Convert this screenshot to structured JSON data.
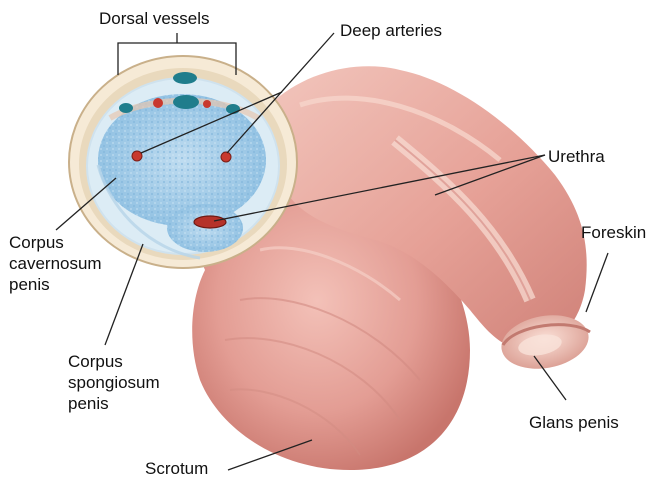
{
  "labels": {
    "dorsal_vessels": "Dorsal vessels",
    "deep_arteries": "Deep arteries",
    "urethra": "Urethra",
    "foreskin": "Foreskin",
    "corpus_cavernosum": [
      "Corpus",
      "cavernosum",
      "penis"
    ],
    "corpus_spongiosum": [
      "Corpus",
      "spongiosum",
      "penis"
    ],
    "glans_penis": "Glans penis",
    "scrotum": "Scrotum"
  },
  "colors": {
    "skin": "#e8a49c",
    "skin_light": "#f3c8bf",
    "skin_shadow": "#c9766e",
    "erectile_tissue": "#a9d0ea",
    "section_ring": "#efe0c6",
    "vessel": "#1f7d8c",
    "artery": "#c8392e",
    "leader_line": "#222222"
  }
}
